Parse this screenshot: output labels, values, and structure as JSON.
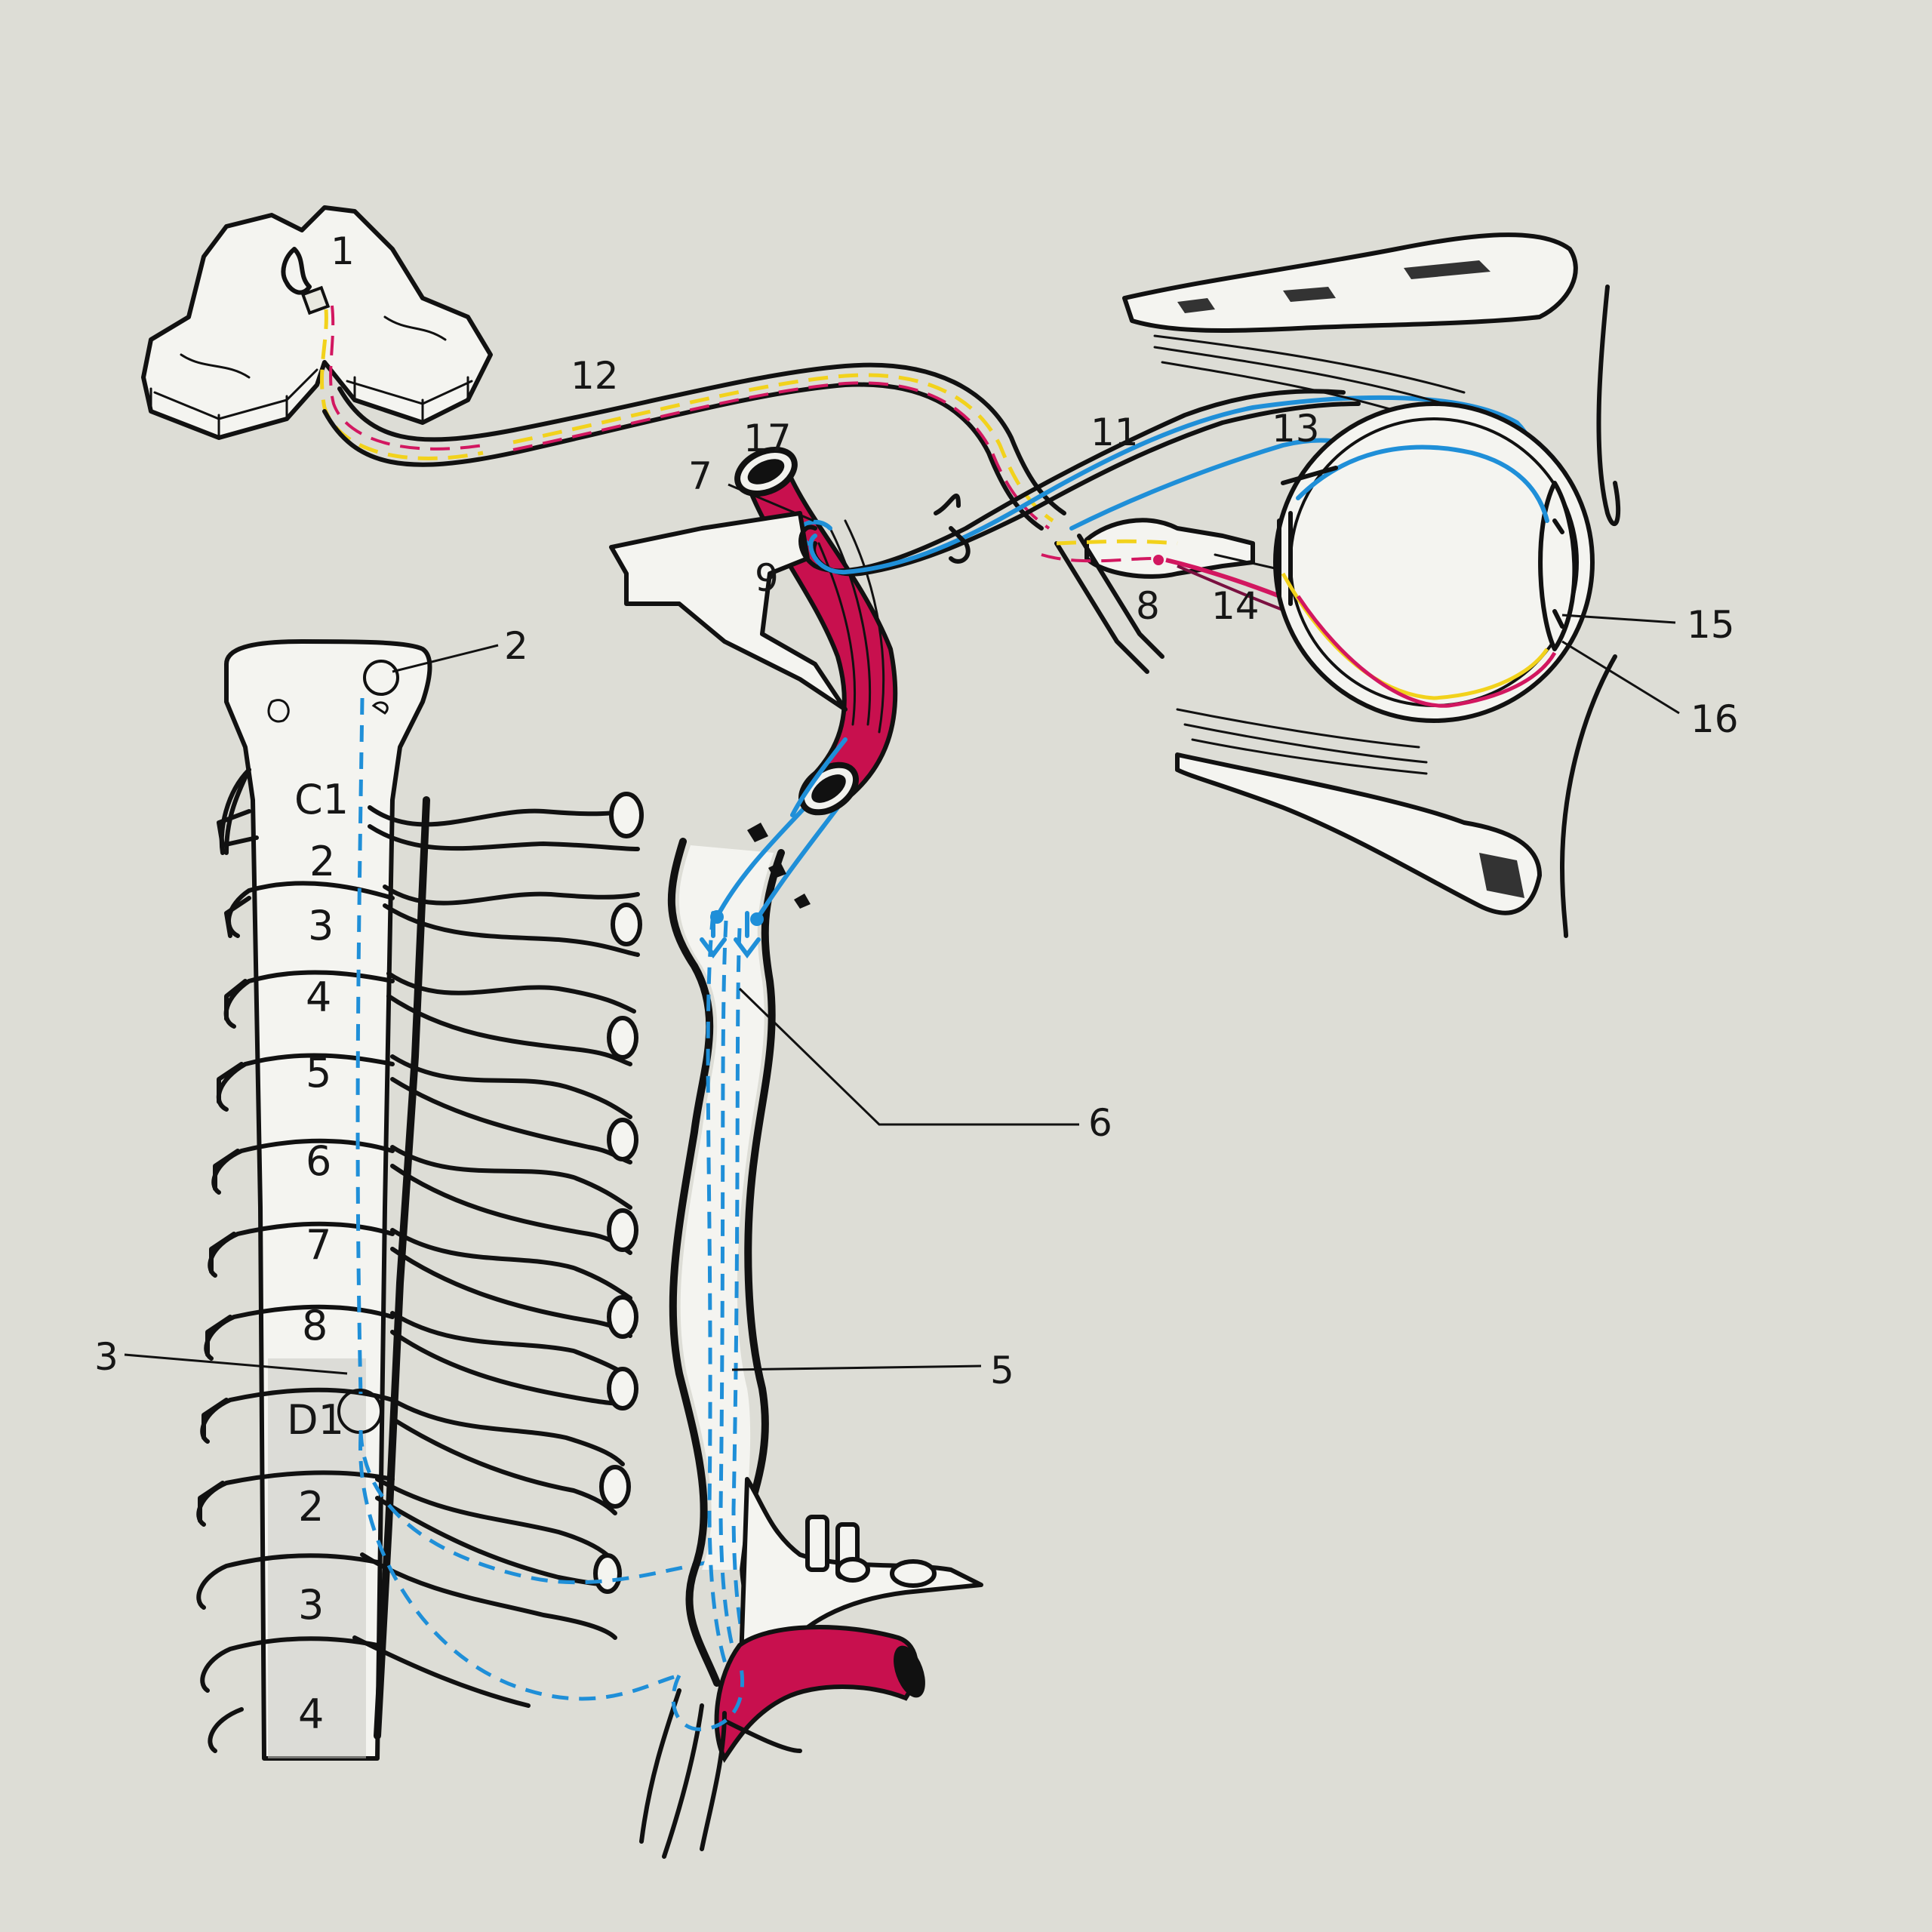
{
  "colors": {
    "background": "#ddddd6",
    "sympathetic_blue": "#1f8fd8",
    "parasympathetic_red": "#d21760",
    "sensory_yellow": "#f2d21c",
    "artery_red": "#c8104e"
  },
  "labels": {
    "l1": "1",
    "l2": "2",
    "l3": "3",
    "l5": "5",
    "l6": "6",
    "l7": "7",
    "l8": "8",
    "l9": "9",
    "l11": "11",
    "l12": "12",
    "l13": "13",
    "l14": "14",
    "l15": "15",
    "l16": "16",
    "l17": "17"
  },
  "vertebrae": {
    "cervical": [
      "C1",
      "2",
      "3",
      "4",
      "5",
      "6",
      "7",
      "8"
    ],
    "thoracic": [
      "D1",
      "2",
      "3",
      "4"
    ]
  }
}
